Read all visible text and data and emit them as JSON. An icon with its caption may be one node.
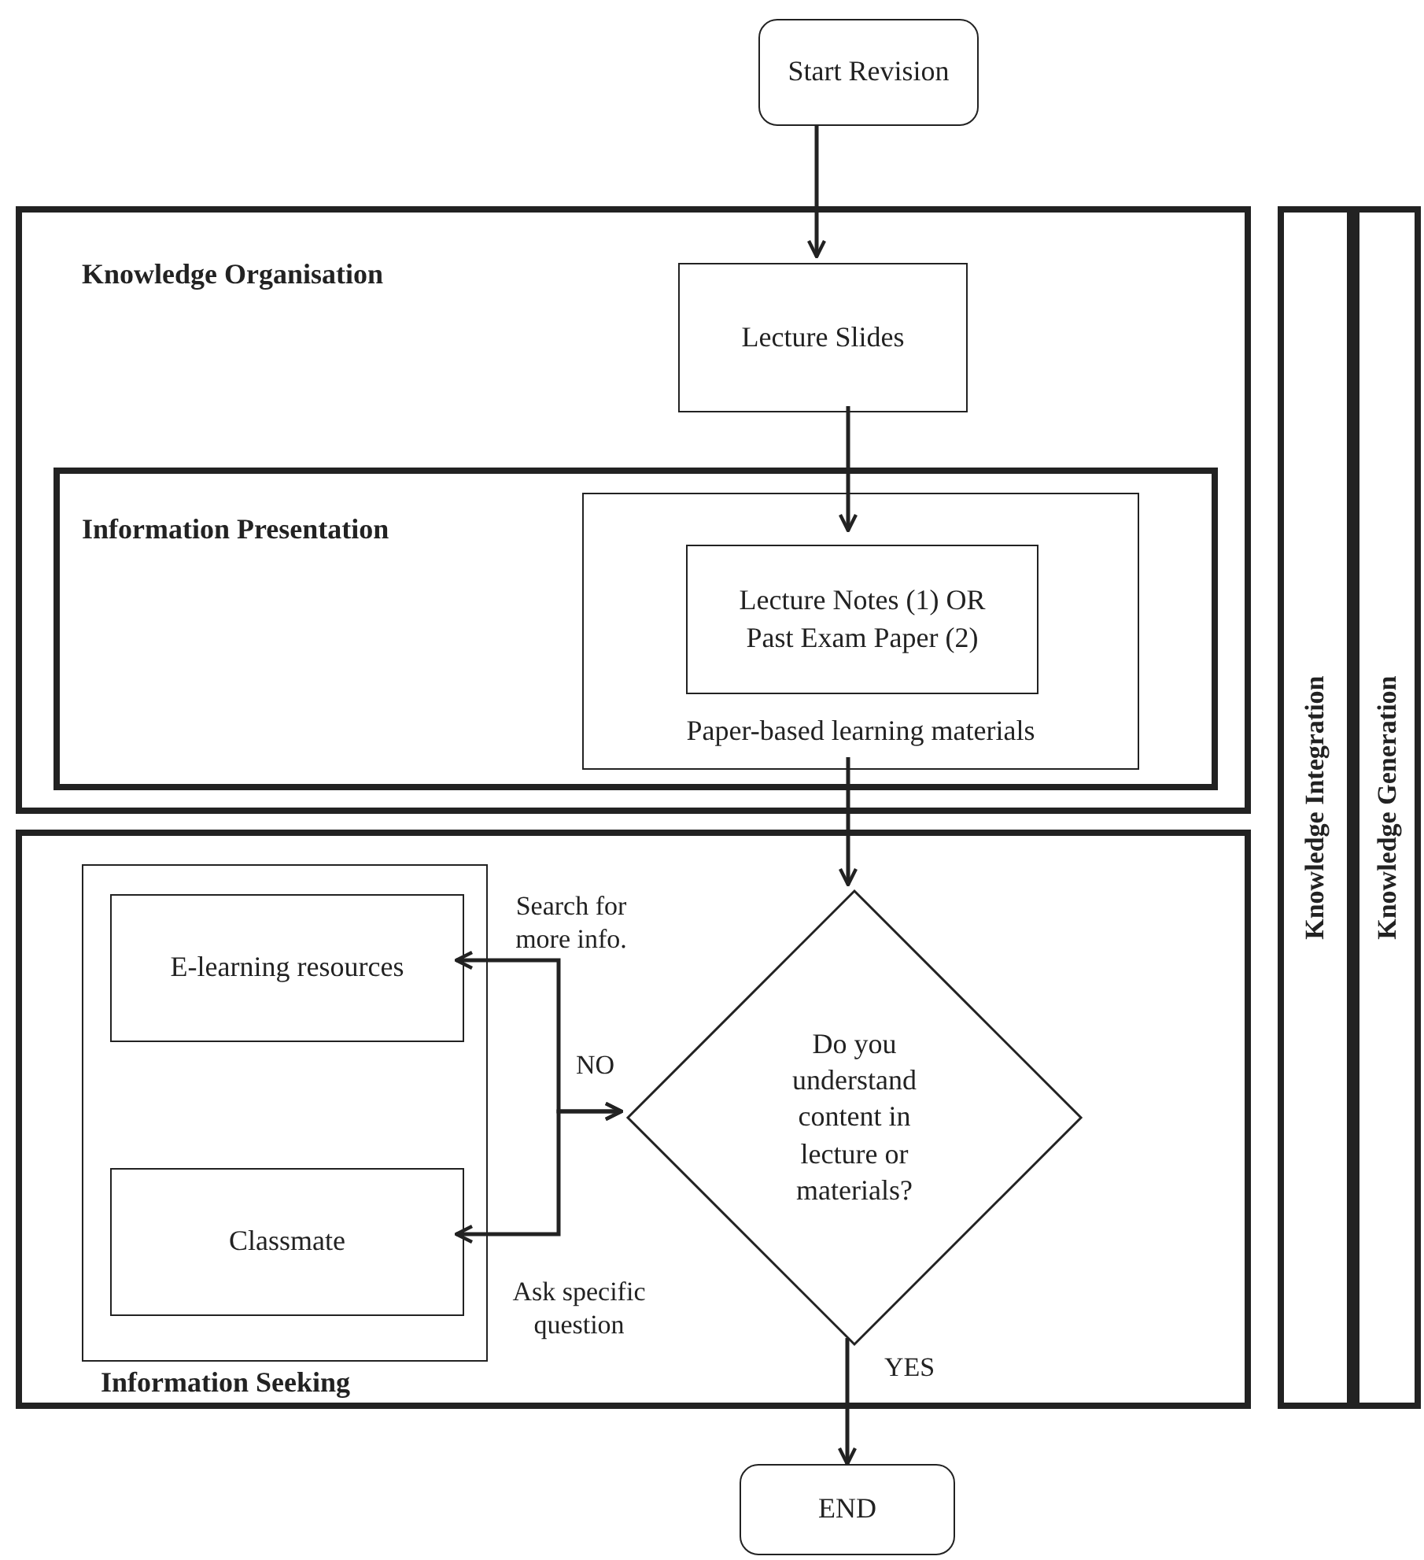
{
  "diagram": {
    "nodes": [
      {
        "text": [
          "Start Revision"
        ]
      },
      {
        "text": [
          "Knowledge Organisation"
        ]
      },
      {
        "text": [
          "Lecture Slides"
        ],
        "in": 1
      },
      {
        "text": [
          "Information Presentation"
        ],
        "in": 1
      },
      {
        "text": [
          "Paper-based learning materials"
        ],
        "in": 3
      },
      {
        "text": [
          "Lecture Notes (1) OR Past Exam Paper (2)"
        ],
        "in": 4
      },
      {
        "text": [
          "Information Seeking"
        ]
      },
      {
        "text": [],
        "shape": "box",
        "in": 6
      },
      {
        "text": [
          "E-learning resources"
        ],
        "in": 7
      },
      {
        "text": [
          "Classmate"
        ],
        "in": 7
      },
      {
        "text": [
          "Do you understand content in lecture or materials?"
        ],
        "in": 6
      },
      {
        "text": [
          "Knowledge Integration"
        ]
      },
      {
        "text": [
          "Knowledge Generation"
        ]
      },
      {
        "text": [
          "END"
        ]
      }
    ],
    "edges": [
      {
        "from": 0,
        "to": 2,
        "arrow": "to"
      },
      {
        "from": 2,
        "to": 5,
        "arrow": "to"
      },
      {
        "from": 4,
        "to": 10,
        "arrow": "to"
      },
      {
        "from": 10,
        "to": 8,
        "arrow": "both",
        "label": "Search for more info."
      },
      {
        "from": 10,
        "to": 9,
        "arrow": "both",
        "label": "Ask specific question"
      },
      {
        "from": 10,
        "to": 13,
        "arrow": "to",
        "label": "YES"
      }
    ],
    "labels": [
      "NO"
    ]
  }
}
